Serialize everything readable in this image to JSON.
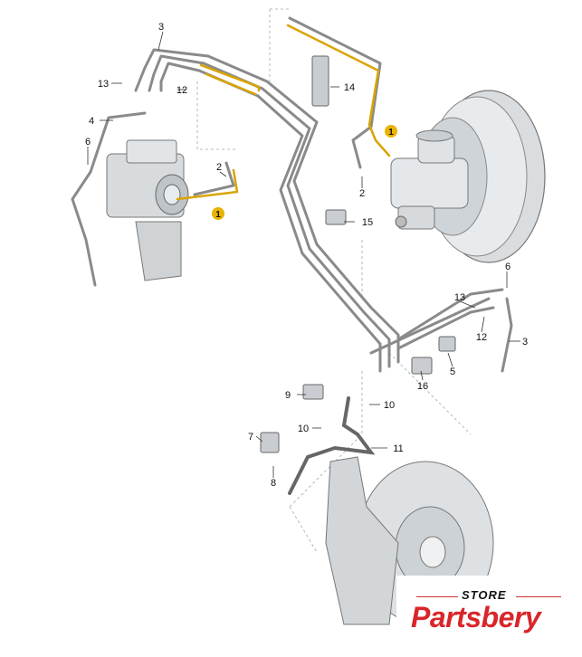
{
  "callouts": {
    "c3_top": "3",
    "c13_top": "13",
    "c12_top": "12",
    "c4": "4",
    "c6_left": "6",
    "c2_left": "2",
    "c1_left": "1",
    "c14": "14",
    "c1_right": "1",
    "c2_right": "2",
    "c15": "15",
    "c6_right": "6",
    "c13_right": "13",
    "c12_right": "12",
    "c3_right": "3",
    "c5": "5",
    "c16": "16",
    "c9": "9",
    "c10_a": "10",
    "c10_b": "10",
    "c7": "7",
    "c11": "11",
    "c8": "8"
  },
  "logo": {
    "store": "STORE",
    "brand": "Partsbery"
  },
  "colors": {
    "pipe": "#8a8a8a",
    "pipe_highlight": "#d9a400",
    "component": "#d5d9dc",
    "brand": "#d9262a"
  }
}
